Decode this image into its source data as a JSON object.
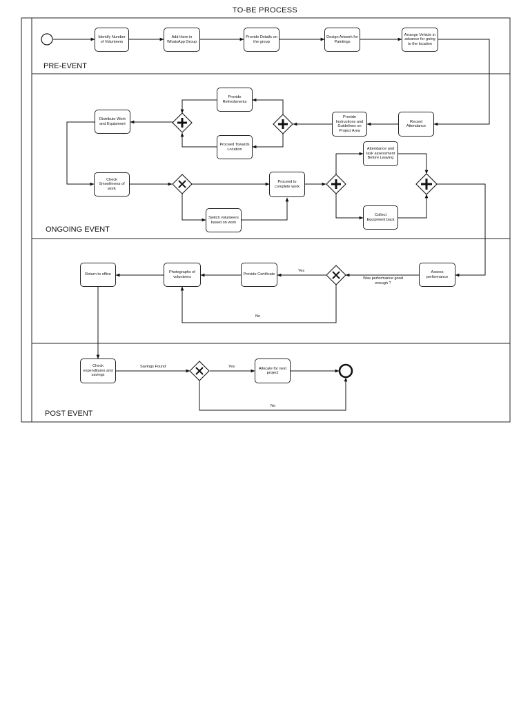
{
  "title": "TO-BE PROCESS",
  "lanes": {
    "pre_event": "PRE-EVENT",
    "ongoing_event": "ONGOING EVENT",
    "post_event_review": "",
    "post_event": "POST EVENT"
  },
  "tasks": {
    "identify_volunteers": "Identify Number of Volunteers",
    "add_whatsapp": "Add them in WhatsApp Group",
    "provide_details": "Provide Details on the group",
    "design_artwork": "Design Artwork for Paintings",
    "arrange_vehicle": "Arrange Vehicle in advance for going to the location",
    "record_attendance": "Record Attendance",
    "provide_instructions": "Provide Instructions and Guidelines on Project Area",
    "provide_refreshments": "Provide Refreshments",
    "proceed_location": "Proceed Towards Location",
    "distribute_work": "Distribute Work and Equipment",
    "check_smoothness": "Check Smoothness of work",
    "switch_volunteers": "Switch volunteers based on work",
    "proceed_complete": "Proceed to complete work",
    "attendance_assessment": "Attendance and task assessment Before Leaving",
    "collect_equipment": "Collect Equipment back",
    "assess_performance": "Assess performance",
    "provide_certificate": "Provide Certificate",
    "photographs": "Photographs of volunteers",
    "return_office": "Return to office",
    "check_expenditures": "Check expenditures and savings",
    "allocate_next": "Allocate for next project"
  },
  "edge_labels": {
    "performance_question": "Was performance good enough ?",
    "performance_yes": "Yes",
    "performance_no": "No",
    "savings_found": "Savings Found",
    "savings_yes": "Yes",
    "savings_no": "No"
  }
}
